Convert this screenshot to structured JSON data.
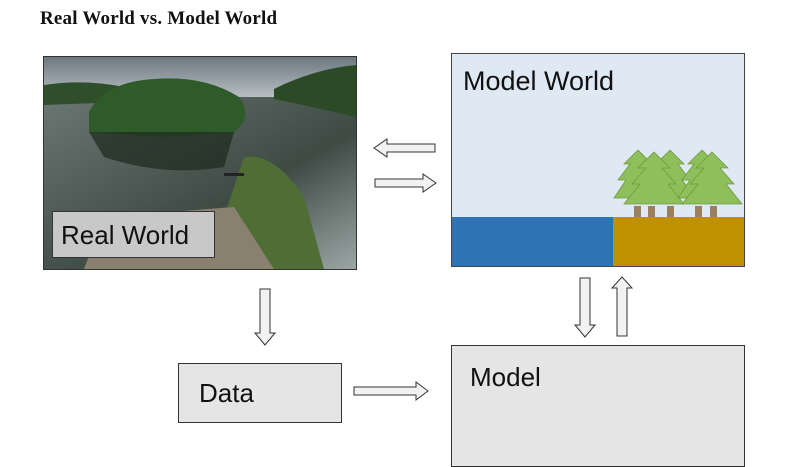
{
  "title": "Real World vs. Model World",
  "real_world": {
    "label": "Real World",
    "image": "lake-landscape-photo"
  },
  "model_world": {
    "label": "Model World",
    "elements": [
      "water",
      "land",
      "trees"
    ]
  },
  "data_box": {
    "label": "Data"
  },
  "model_box": {
    "label": "Model"
  },
  "colors": {
    "water": "#2e74b5",
    "land": "#bf9000",
    "sky": "#dfe9f4",
    "tree": "#8fbf5a",
    "box_fill": "#e6e5e6"
  },
  "arrows": [
    {
      "from": "Model World",
      "to": "Real World",
      "direction": "left"
    },
    {
      "from": "Real World",
      "to": "Model World",
      "direction": "right"
    },
    {
      "from": "Real World",
      "to": "Data",
      "direction": "down"
    },
    {
      "from": "Data",
      "to": "Model",
      "direction": "right"
    },
    {
      "from": "Model World",
      "to": "Model",
      "direction": "down"
    },
    {
      "from": "Model",
      "to": "Model World",
      "direction": "up"
    }
  ]
}
